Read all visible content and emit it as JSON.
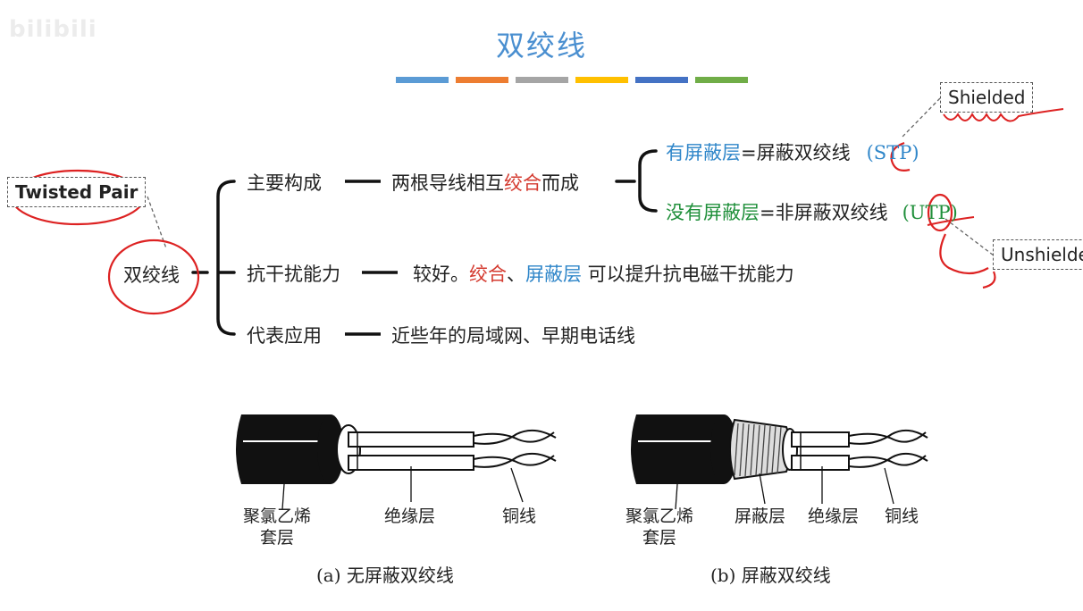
{
  "watermark": "bilibili",
  "title": "双绞线",
  "colorbar": [
    "#5b9bd5",
    "#ed7d31",
    "#a5a5a5",
    "#ffc000",
    "#4472c4",
    "#70ad47"
  ],
  "mindmap": {
    "root": "双绞线",
    "root_tag": "Twisted Pair",
    "branches": {
      "composition": {
        "label": "主要构成",
        "text_pre": "两根导线相互",
        "text_red": "绞合",
        "text_post": "而成",
        "sub": {
          "shielded_label": "有屏蔽层",
          "shielded_eq": "=屏蔽双绞线",
          "shielded_abbr": "(STP)",
          "shielded_tag": "Shielded",
          "unshielded_label": "没有屏蔽层",
          "unshielded_eq": "=非屏蔽双绞线",
          "unshielded_abbr": "(UTP)",
          "unshielded_tag": "Unshielded"
        }
      },
      "interference": {
        "label": "抗干扰能力",
        "text_pre": "较好。",
        "text_red": "绞合",
        "text_sep": "、",
        "text_blue": "屏蔽层",
        "text_post": " 可以提升抗电磁干扰能力"
      },
      "application": {
        "label": "代表应用",
        "text": "近些年的局域网、早期电话线"
      }
    }
  },
  "figures": {
    "a": {
      "caption": "(a) 无屏蔽双绞线",
      "labels": {
        "jacket_line1": "聚氯乙烯",
        "jacket_line2": "套层",
        "insulation": "绝缘层",
        "copper": "铜线"
      }
    },
    "b": {
      "caption": "(b) 屏蔽双绞线",
      "labels": {
        "jacket_line1": "聚氯乙烯",
        "jacket_line2": "套层",
        "shield": "屏蔽层",
        "insulation": "绝缘层",
        "copper": "铜线"
      }
    }
  }
}
